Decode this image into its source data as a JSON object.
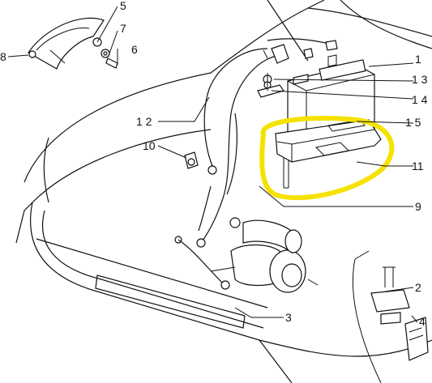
{
  "diagram": {
    "callouts": [
      {
        "id": "c1",
        "text": "1"
      },
      {
        "id": "c2",
        "text": "2"
      },
      {
        "id": "c3",
        "text": "3"
      },
      {
        "id": "c4",
        "text": "4"
      },
      {
        "id": "c5",
        "text": "5"
      },
      {
        "id": "c6",
        "text": "6"
      },
      {
        "id": "c7",
        "text": "7"
      },
      {
        "id": "c8",
        "text": "8"
      },
      {
        "id": "c9",
        "text": "9"
      },
      {
        "id": "c10",
        "text": "10"
      },
      {
        "id": "c11",
        "text": "11"
      },
      {
        "id": "c12",
        "text": "1 2"
      },
      {
        "id": "c13",
        "text": "1 3"
      },
      {
        "id": "c14",
        "text": "1 4"
      },
      {
        "id": "c15",
        "text": "1 5"
      }
    ],
    "highlight_color": "#f5e200",
    "ink_color": "#111111"
  }
}
